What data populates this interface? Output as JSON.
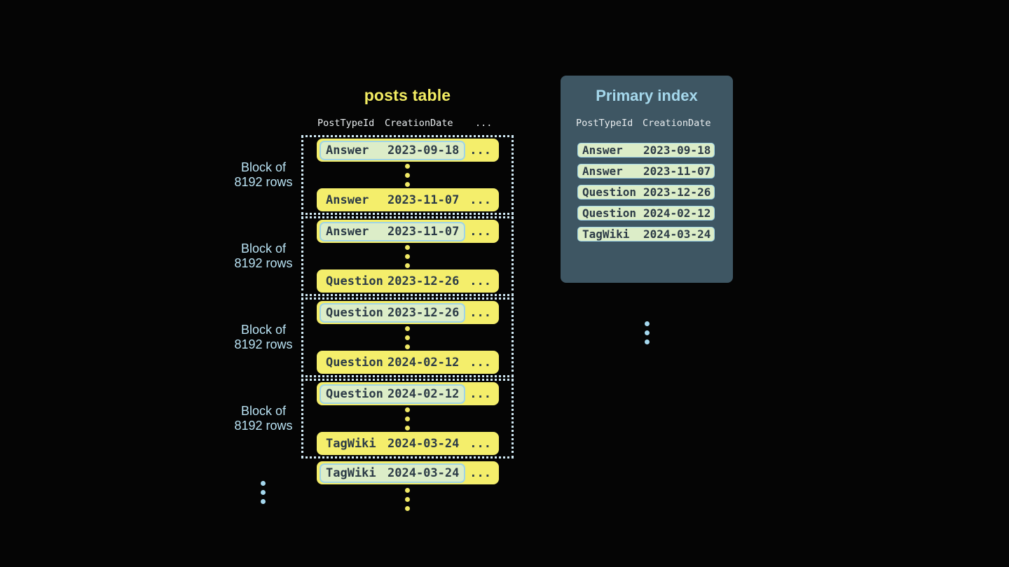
{
  "posts_table": {
    "title": "posts table",
    "columns": [
      "PostTypeId",
      "CreationDate",
      "..."
    ],
    "ellipsis": "...",
    "block_label_line1": "Block of",
    "block_label_line2": "8192 rows",
    "blocks": [
      {
        "first": {
          "post_type": "Answer",
          "creation_date": "2023-09-18"
        },
        "last": {
          "post_type": "Answer",
          "creation_date": "2023-11-07"
        }
      },
      {
        "first": {
          "post_type": "Answer",
          "creation_date": "2023-11-07"
        },
        "last": {
          "post_type": "Question",
          "creation_date": "2023-12-26"
        }
      },
      {
        "first": {
          "post_type": "Question",
          "creation_date": "2023-12-26"
        },
        "last": {
          "post_type": "Question",
          "creation_date": "2024-02-12"
        }
      },
      {
        "first": {
          "post_type": "Question",
          "creation_date": "2024-02-12"
        },
        "last": {
          "post_type": "TagWiki",
          "creation_date": "2024-03-24"
        }
      }
    ],
    "overflow_row": {
      "post_type": "TagWiki",
      "creation_date": "2024-03-24"
    }
  },
  "primary_index": {
    "title": "Primary index",
    "columns": [
      "PostTypeId",
      "CreationDate"
    ],
    "rows": [
      {
        "post_type": "Answer",
        "creation_date": "2023-09-18"
      },
      {
        "post_type": "Answer",
        "creation_date": "2023-11-07"
      },
      {
        "post_type": "Question",
        "creation_date": "2023-12-26"
      },
      {
        "post_type": "Question",
        "creation_date": "2024-02-12"
      },
      {
        "post_type": "TagWiki",
        "creation_date": "2024-03-24"
      }
    ]
  },
  "colors": {
    "row_yellow": "#f4ee6b",
    "title_yellow": "#f2ec62",
    "highlight_green": "#dcedc8",
    "highlight_border_blue": "#9fd4e6",
    "panel_slate": "#3e5663",
    "accent_blue": "#a5d8ec",
    "dark_text": "#2c3b47"
  }
}
